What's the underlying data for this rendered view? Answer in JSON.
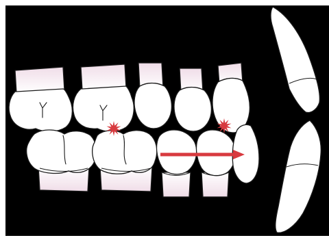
{
  "diagram": {
    "background_color": "#000000",
    "tooth_color": "#ffffff",
    "root_tint": "#f2e3ec",
    "accent_color": "#d83a3f",
    "contact_markers": [
      {
        "icon": "starburst-icon",
        "location": "upper-molar-lower-molar-contact"
      },
      {
        "icon": "starburst-icon",
        "location": "upper-premolar-lower-premolar-contact"
      }
    ],
    "movement_arrow": {
      "icon": "arrow-right-icon",
      "direction": "forward"
    }
  }
}
